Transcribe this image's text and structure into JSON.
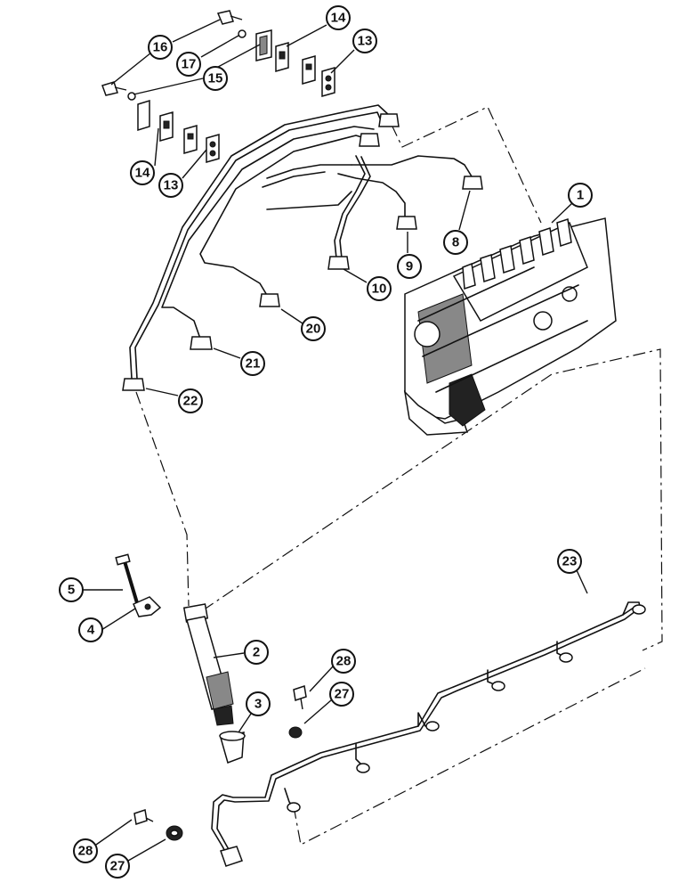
{
  "figure": {
    "callouts": [
      {
        "id": "c16",
        "label": "16"
      },
      {
        "id": "c17",
        "label": "17"
      },
      {
        "id": "c15",
        "label": "15"
      },
      {
        "id": "c14a",
        "label": "14"
      },
      {
        "id": "c13a",
        "label": "13"
      },
      {
        "id": "c14b",
        "label": "14"
      },
      {
        "id": "c13b",
        "label": "13"
      },
      {
        "id": "c1",
        "label": "1"
      },
      {
        "id": "c8",
        "label": "8"
      },
      {
        "id": "c9",
        "label": "9"
      },
      {
        "id": "c10",
        "label": "10"
      },
      {
        "id": "c20",
        "label": "20"
      },
      {
        "id": "c21",
        "label": "21"
      },
      {
        "id": "c22",
        "label": "22"
      },
      {
        "id": "c23",
        "label": "23"
      },
      {
        "id": "c5",
        "label": "5"
      },
      {
        "id": "c4",
        "label": "4"
      },
      {
        "id": "c2",
        "label": "2"
      },
      {
        "id": "c28a",
        "label": "28"
      },
      {
        "id": "c27a",
        "label": "27"
      },
      {
        "id": "c3",
        "label": "3"
      },
      {
        "id": "c28b",
        "label": "28"
      },
      {
        "id": "c27b",
        "label": "27"
      }
    ]
  }
}
